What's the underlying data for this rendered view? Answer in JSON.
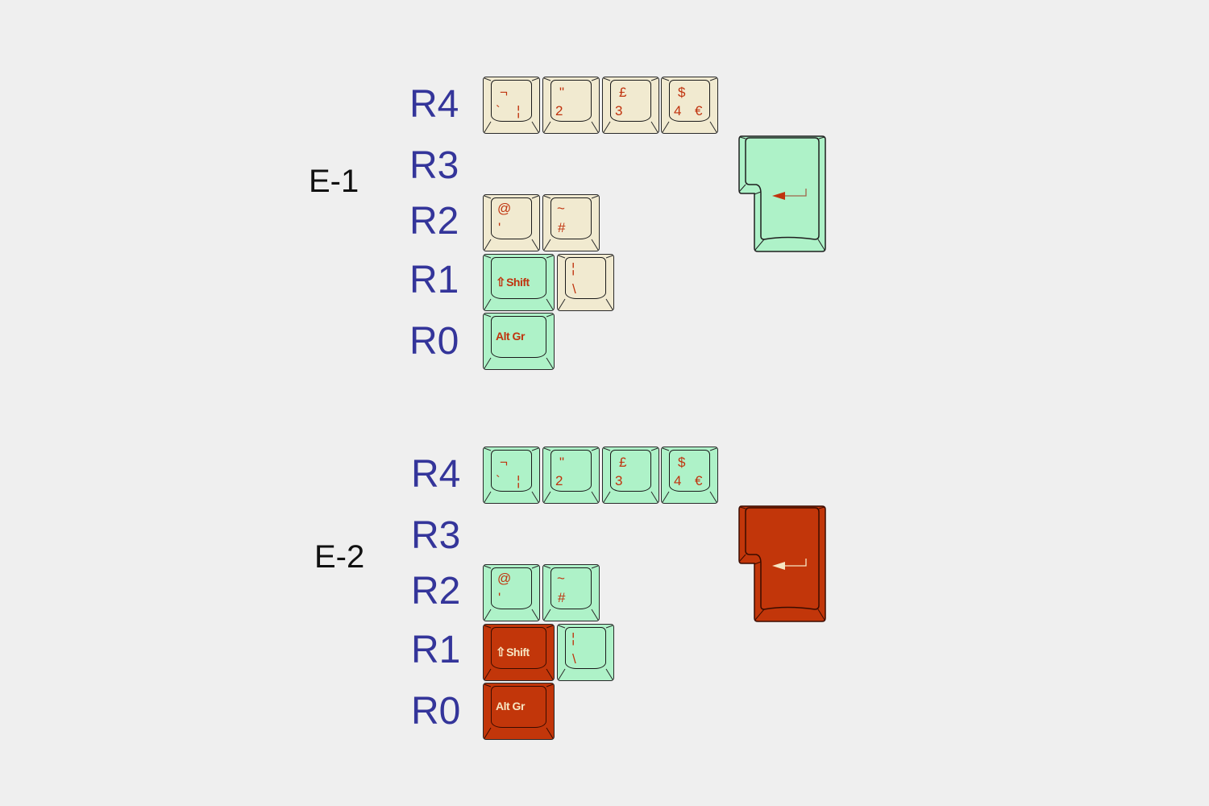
{
  "groups": [
    {
      "label": "E-1",
      "rows": [
        "R4",
        "R3",
        "R2",
        "R1",
        "R0"
      ],
      "keys": {
        "r4": [
          {
            "top_left": "¬",
            "bottom_left": "`",
            "bottom_right": "¦",
            "color": "cream"
          },
          {
            "top_left": "\"",
            "bottom_left": "2",
            "color": "cream"
          },
          {
            "top_left": "£",
            "bottom_left": "3",
            "color": "cream"
          },
          {
            "top_left": "$",
            "bottom_left": "4",
            "bottom_right": "€",
            "color": "cream"
          }
        ],
        "enter": {
          "icon": "enter-arrow-icon",
          "color": "mint"
        },
        "r2": [
          {
            "top_left": "@",
            "bottom_left": "'",
            "color": "cream"
          },
          {
            "top_left": "~",
            "bottom_left": "#",
            "color": "cream"
          }
        ],
        "shift": {
          "label": "Shift",
          "icon": "shift-arrow-icon",
          "color": "mint"
        },
        "backslash": {
          "top_left": "¦",
          "bottom_left": "\\",
          "color": "cream"
        },
        "altgr": {
          "label": "Alt Gr",
          "color": "mint"
        }
      }
    },
    {
      "label": "E-2",
      "rows": [
        "R4",
        "R3",
        "R2",
        "R1",
        "R0"
      ],
      "keys": {
        "r4": [
          {
            "top_left": "¬",
            "bottom_left": "`",
            "bottom_right": "¦",
            "color": "mint"
          },
          {
            "top_left": "\"",
            "bottom_left": "2",
            "color": "mint"
          },
          {
            "top_left": "£",
            "bottom_left": "3",
            "color": "mint"
          },
          {
            "top_left": "$",
            "bottom_left": "4",
            "bottom_right": "€",
            "color": "mint"
          }
        ],
        "enter": {
          "icon": "enter-arrow-icon",
          "color": "red"
        },
        "r2": [
          {
            "top_left": "@",
            "bottom_left": "'",
            "color": "mint"
          },
          {
            "top_left": "~",
            "bottom_left": "#",
            "color": "mint"
          }
        ],
        "shift": {
          "label": "Shift",
          "icon": "shift-arrow-icon",
          "color": "red"
        },
        "backslash": {
          "top_left": "¦",
          "bottom_left": "\\",
          "color": "mint"
        },
        "altgr": {
          "label": "Alt Gr",
          "color": "red"
        }
      }
    }
  ],
  "colors": {
    "cream": "#f1ead0",
    "mint": "#aef2c8",
    "red": "#c2360a",
    "legend": "#c0330e",
    "legend_on_red": "#f7e6c2",
    "row_label": "#34359a",
    "background": "#efefef"
  }
}
